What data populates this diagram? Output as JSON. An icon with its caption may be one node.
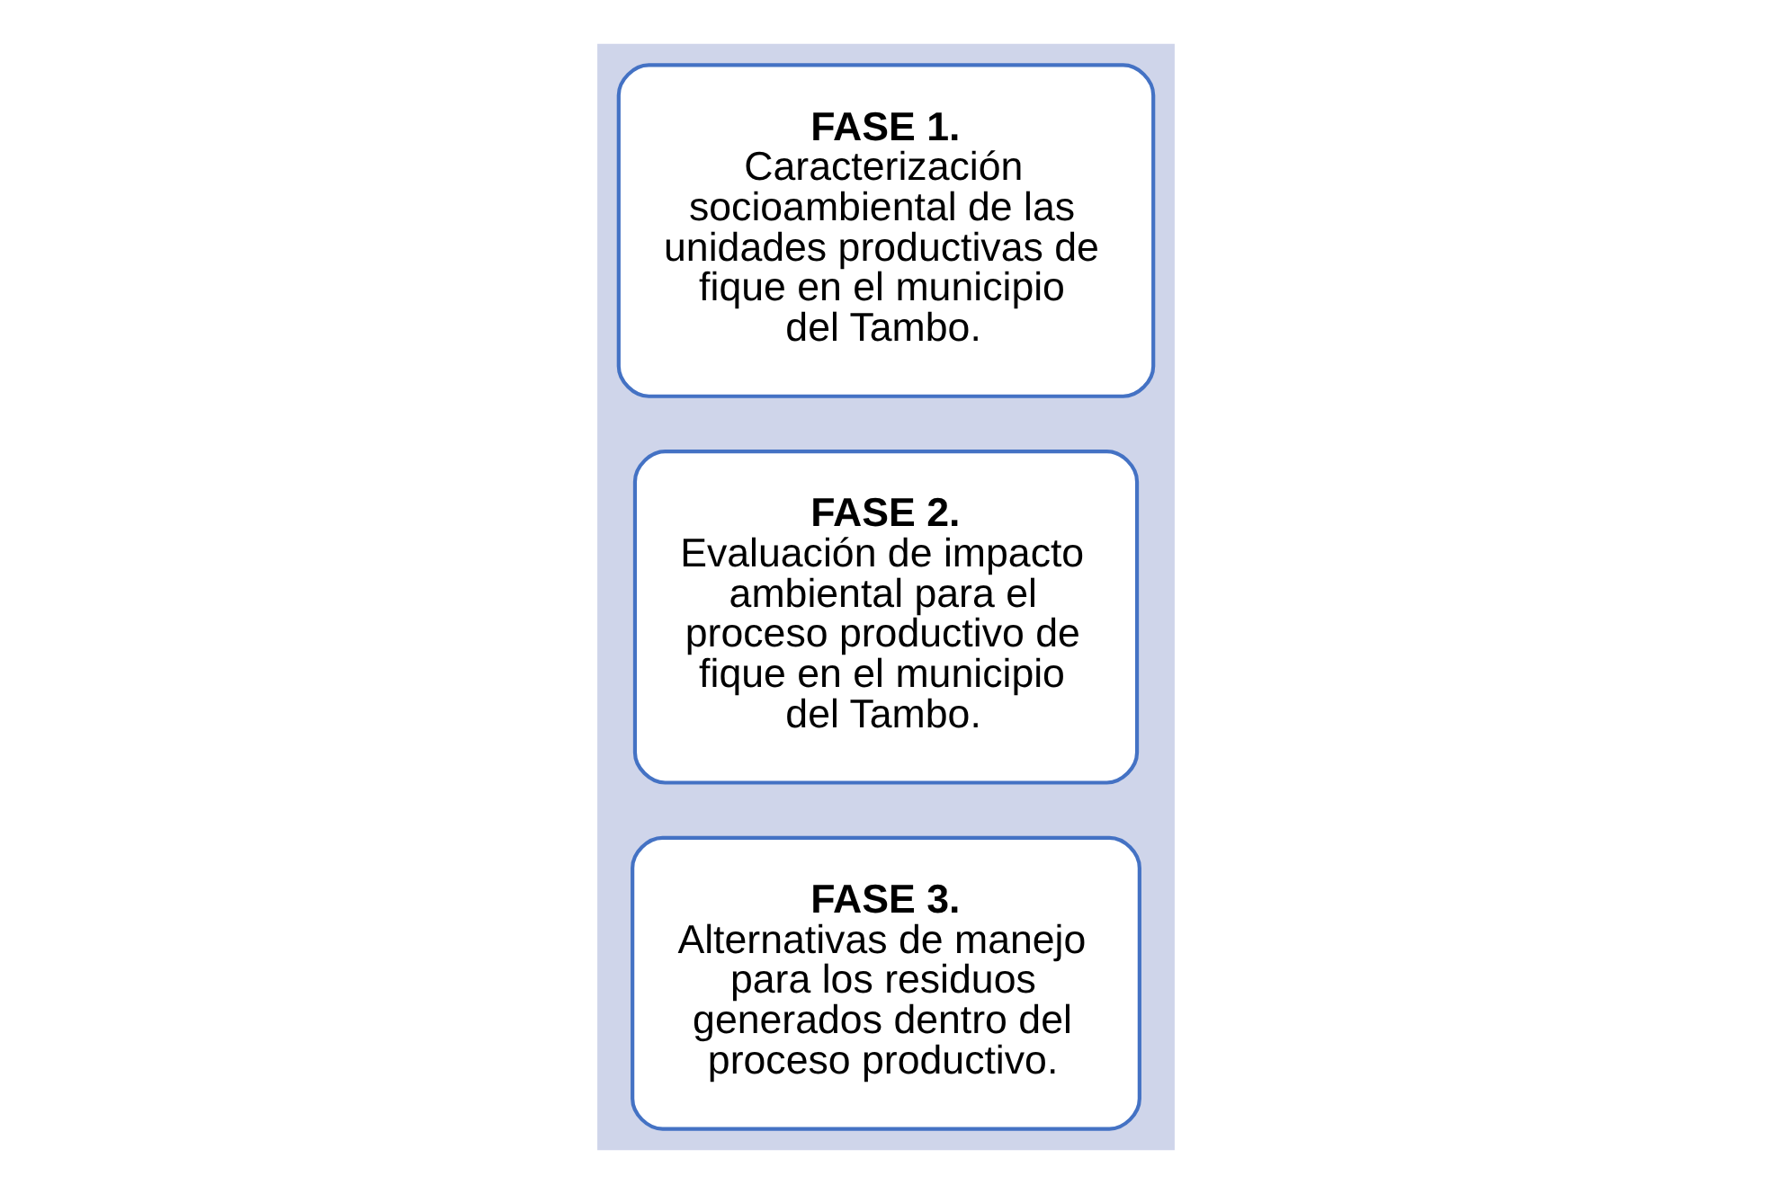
{
  "diagram": {
    "nodes": [
      {
        "text": [],
        "shape": "arrow"
      },
      {
        "text": [
          "FASE 1.",
          "Caracterización socioambiental de las unidades productivas de fique en el municipio del Tambo."
        ],
        "in": 0
      },
      {
        "text": [
          "FASE 2.",
          "Evaluación de impacto ambiental para el proceso productivo de fique en el municipio del Tambo."
        ],
        "in": 0
      },
      {
        "text": [
          "FASE 3.",
          "Alternativas de manejo para los residuos generados dentro del proceso productivo."
        ],
        "in": 0
      }
    ]
  }
}
